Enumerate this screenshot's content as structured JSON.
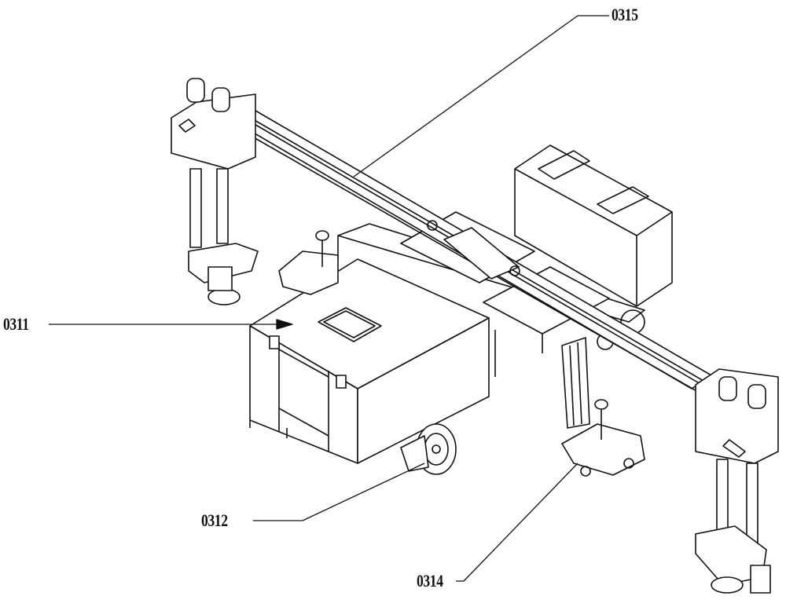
{
  "labels": {
    "beam": "0315",
    "housing": "0311",
    "wheel": "0312",
    "clamp": "0314"
  },
  "colors": {
    "line": "#111111",
    "background": "#ffffff"
  }
}
